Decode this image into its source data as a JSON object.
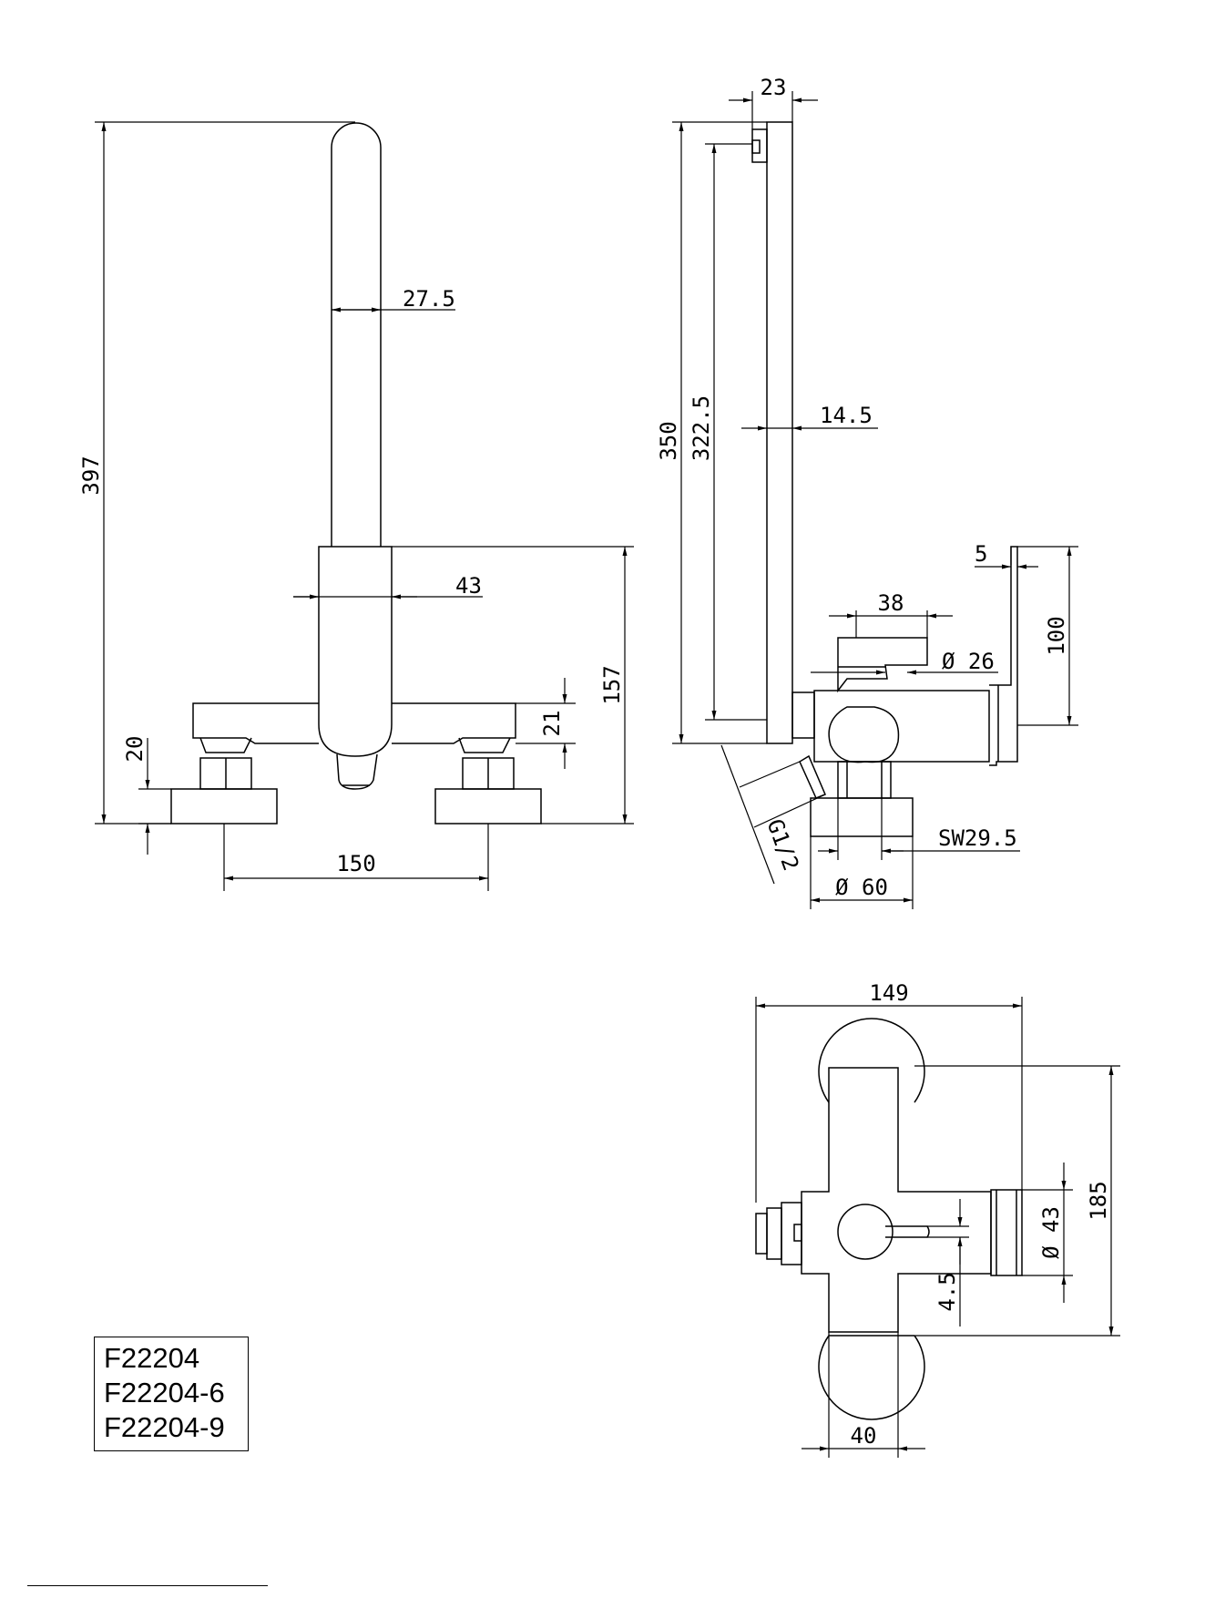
{
  "models": [
    "F22204",
    "F22204-6",
    "F22204-9"
  ],
  "dimensions": {
    "front": {
      "total_height": "397",
      "pipe_width": "27.5",
      "body_width": "43",
      "body_height": "157",
      "bar_height": "21",
      "flange_height": "20",
      "centers": "150"
    },
    "side": {
      "depth": "23",
      "height_total": "350",
      "height_rail": "322.5",
      "rail_width": "14.5",
      "plate_thickness": "5",
      "plate_height": "100",
      "lever_length": "38",
      "lever_diameter": "Ø 26",
      "thread": "G1/2",
      "nut_size": "SW29.5",
      "flange_diameter": "Ø 60"
    },
    "top": {
      "overall_width": "149",
      "overall_depth": "185",
      "cartridge_diameter": "Ø 43",
      "lever_offset": "4.5",
      "base_width": "40"
    }
  }
}
